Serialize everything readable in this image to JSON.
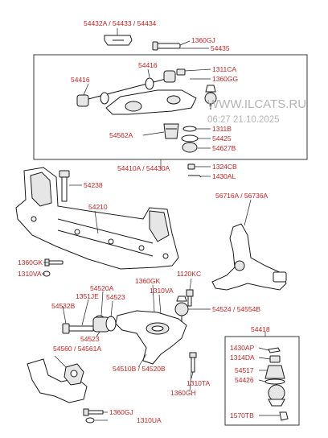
{
  "watermark": {
    "site": "WWW.ILCATS.RU",
    "datetime": "06:27 21.10.2025"
  },
  "labels": {
    "l54432A": "54432A / 54433 / 54434",
    "l1360GJ_top": "1360GJ",
    "l54435": "54435",
    "l54416_a": "54416",
    "l54416_b": "54416",
    "l1311CA": "1311CA",
    "l1360GG": "1360GG",
    "l1311B": "1311B",
    "l54425": "54425",
    "l54562A": "54562A",
    "l54627B": "54627B",
    "l54410A": "54410A / 54430A",
    "l1324CB": "1324CB",
    "l1430AL": "1430AL",
    "l54238": "54238",
    "l56716A": "56716A / 56736A",
    "l54210": "54210",
    "l1360GK_a": "1360GK",
    "l1310VA_a": "1310VA",
    "l1120KC": "1120KC",
    "l54520A": "54520A",
    "l1360GK_b": "1360GK",
    "l1351JE": "1351JE",
    "l54523_a": "54523",
    "l1310VA_b": "1310VA",
    "l54532B": "54532B",
    "l54524": "54524 / 54554B",
    "l54523_b": "54523",
    "l54560": "54560 / 54561A",
    "l54418": "54418",
    "l1430AP": "1430AP",
    "l1314DA": "1314DA",
    "l54517": "54517",
    "l54426": "54426",
    "l54510B": "54510B / 54520B",
    "l1310TA": "1310TA",
    "l1360GH": "1360GH",
    "l1360GJ_bot": "1360GJ",
    "l1310UA": "1310UA",
    "l1570TB": "1570TB"
  },
  "colors": {
    "label": "#cc2222",
    "line": "#1a1a1a",
    "watermark": "#b4b4b4"
  }
}
